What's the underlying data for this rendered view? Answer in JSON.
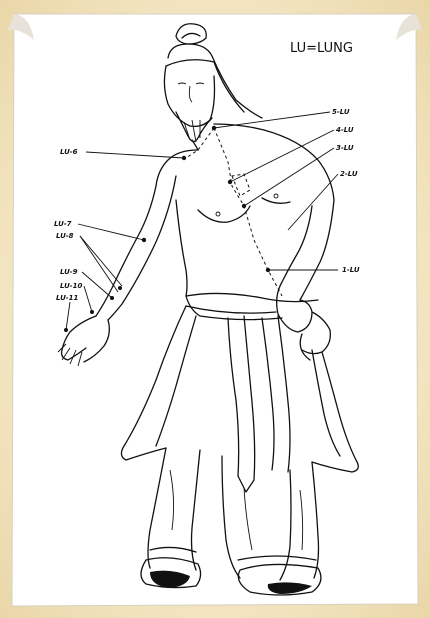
{
  "title": "LU=LUNG",
  "points": [
    {
      "label": "5-LU"
    },
    {
      "label": "4-LU"
    },
    {
      "label": "3-LU"
    },
    {
      "label": "2-LU"
    },
    {
      "label": "1-LU"
    },
    {
      "label": "LU-6"
    },
    {
      "label": "LU-7"
    },
    {
      "label": "LU-8"
    },
    {
      "label": "LU-9"
    },
    {
      "label": "LU-10"
    },
    {
      "label": "LU-11"
    }
  ]
}
